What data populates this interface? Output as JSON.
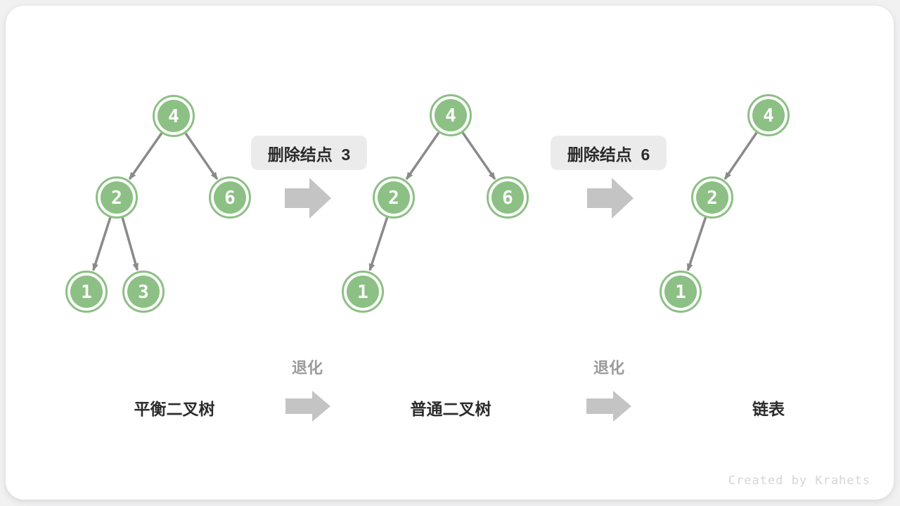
{
  "colors": {
    "node_green": "#8CC084",
    "edge_gray": "#8A8A8A",
    "block_arrow_gray": "#C4C4C4",
    "step_box_bg": "#EBEBEB",
    "dark_text": "#2B2B2B",
    "degrade_text_gray": "#9B9B9B",
    "watermark_gray": "#D6D6D6",
    "card_bg": "#FFFFFF",
    "page_bg": "#F1F1F2"
  },
  "steps": [
    {
      "label": "删除结点  3"
    },
    {
      "label": "删除结点  6"
    }
  ],
  "degrade_label": "退化",
  "trees": [
    {
      "label": "平衡二叉树",
      "nodes": [
        "4",
        "2",
        "6",
        "1",
        "3"
      ]
    },
    {
      "label": "普通二叉树",
      "nodes": [
        "4",
        "2",
        "6",
        "1"
      ]
    },
    {
      "label": "链表",
      "nodes": [
        "4",
        "2",
        "1"
      ]
    }
  ],
  "watermark": "Created by Krahets"
}
